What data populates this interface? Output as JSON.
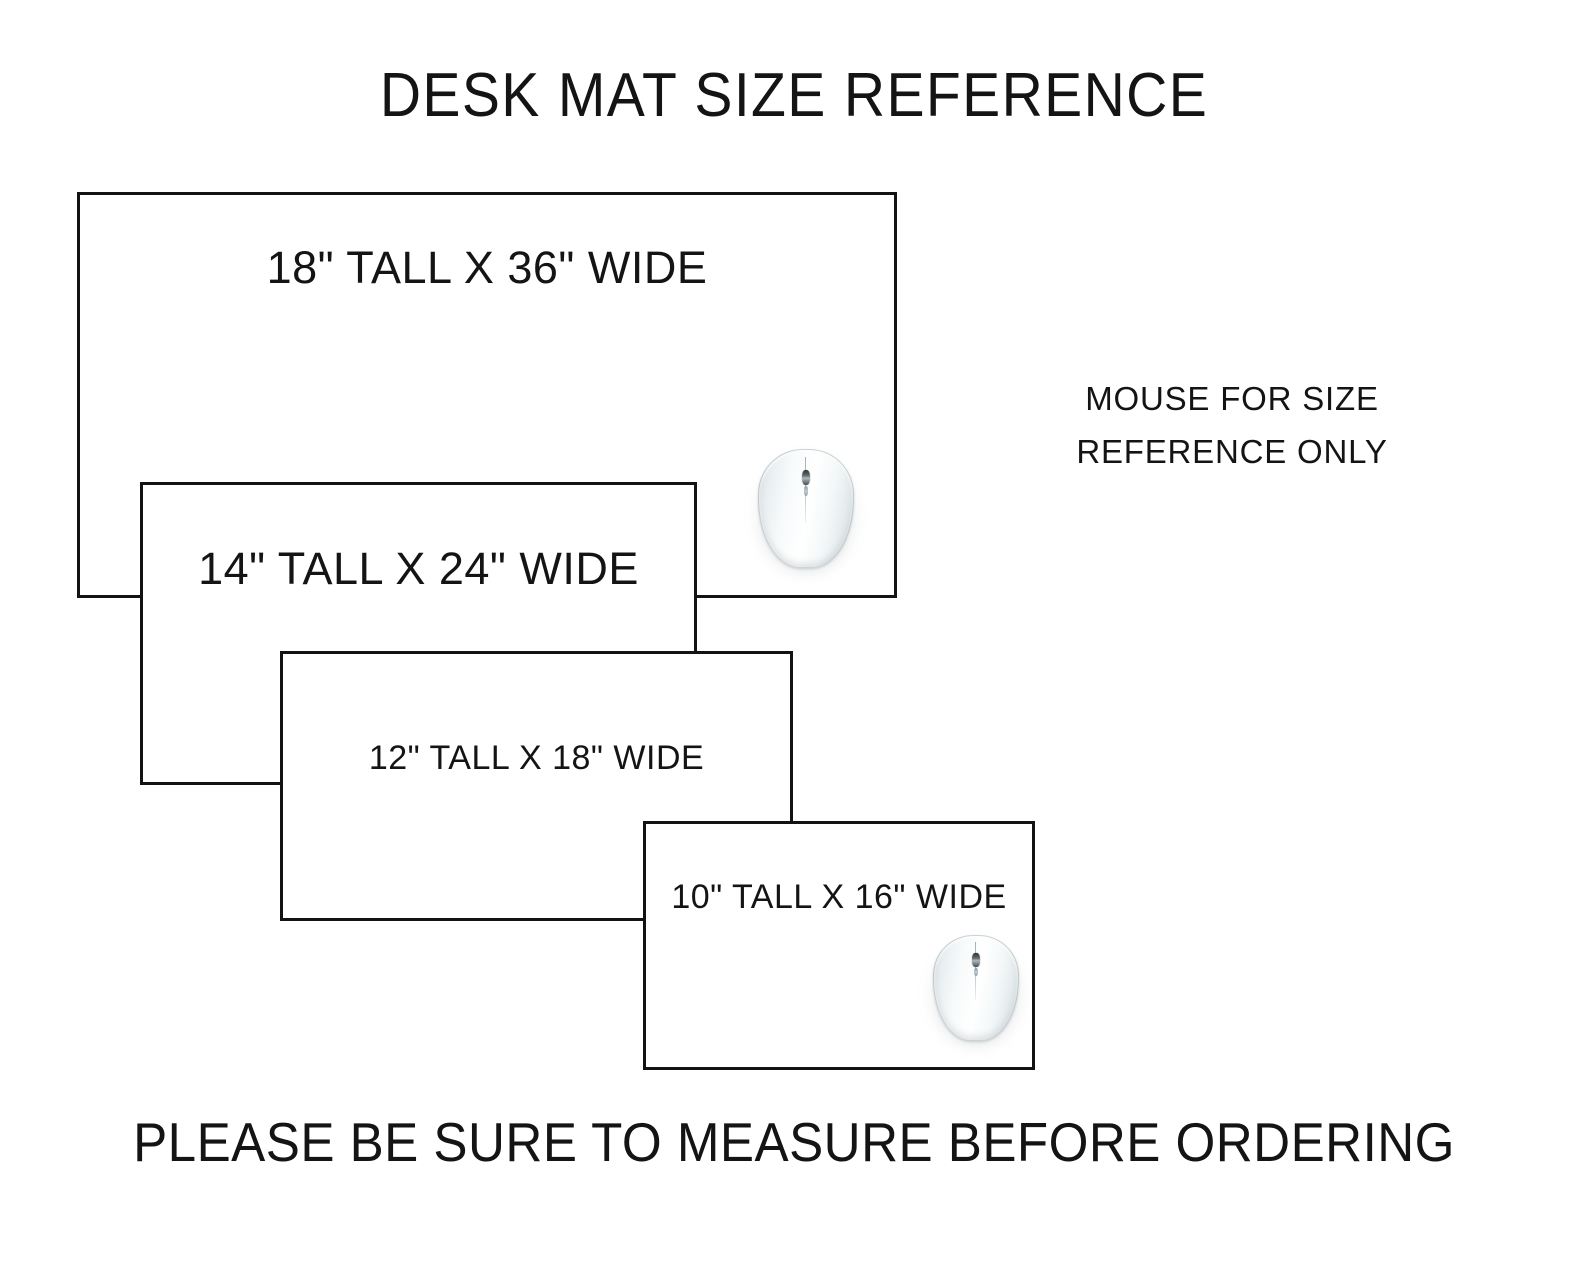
{
  "title": "DESK MAT SIZE REFERENCE",
  "footer_note": "PLEASE BE SURE TO MEASURE BEFORE ORDERING",
  "mouse_caption": {
    "line1": "MOUSE FOR SIZE",
    "line2": "REFERENCE ONLY"
  },
  "colors": {
    "background": "#ffffff",
    "outline": "#131313",
    "text": "#141414",
    "mouse_body": "#f7fafb",
    "mouse_wheel": "#2f3538"
  },
  "mats": [
    {
      "id": "18x36",
      "label": "18\" TALL X 36\" WIDE",
      "height_in": 18,
      "width_in": 36
    },
    {
      "id": "14x24",
      "label": "14\" TALL X 24\" WIDE",
      "height_in": 14,
      "width_in": 24
    },
    {
      "id": "12x18",
      "label": "12\" TALL X 18\" WIDE",
      "height_in": 12,
      "width_in": 18
    },
    {
      "id": "10x16",
      "label": "10\" TALL X 16\" WIDE",
      "height_in": 10,
      "width_in": 16
    }
  ],
  "icons": {
    "mouse_large": "computer-mouse-icon",
    "mouse_small": "computer-mouse-icon"
  }
}
